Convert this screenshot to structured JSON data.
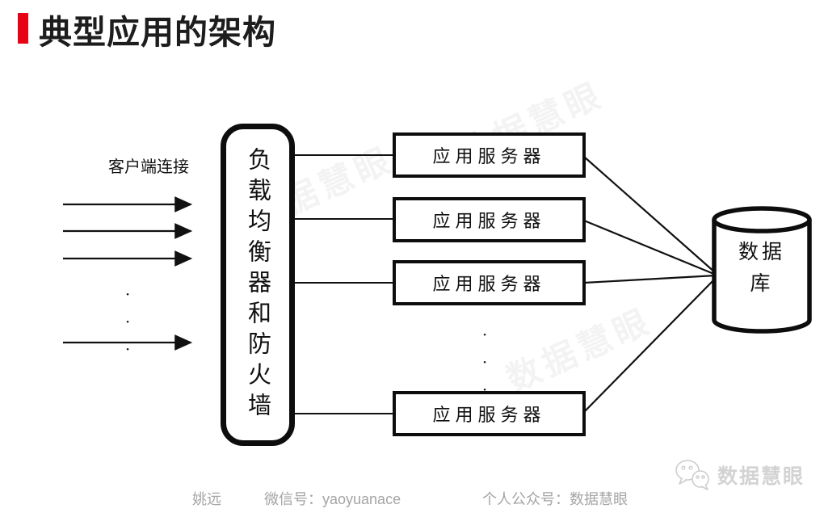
{
  "header": {
    "title": "典型应用的架构",
    "accent_color": "#e60315"
  },
  "diagram": {
    "client_label": "客户端连接",
    "load_balancer_label": "负载均衡器和防火墙",
    "app_servers": [
      "应用服务器",
      "应用服务器",
      "应用服务器",
      "应用服务器"
    ],
    "database_label": "数据\n库",
    "ellipsis": "···",
    "line_color": "#111111"
  },
  "footer": {
    "author": "姚远",
    "wechat": "微信号：yaoyuanace",
    "account": "个人公众号：数据慧眼"
  },
  "brand": {
    "name": "数据慧眼"
  },
  "watermark": {
    "text": "数据慧眼"
  }
}
